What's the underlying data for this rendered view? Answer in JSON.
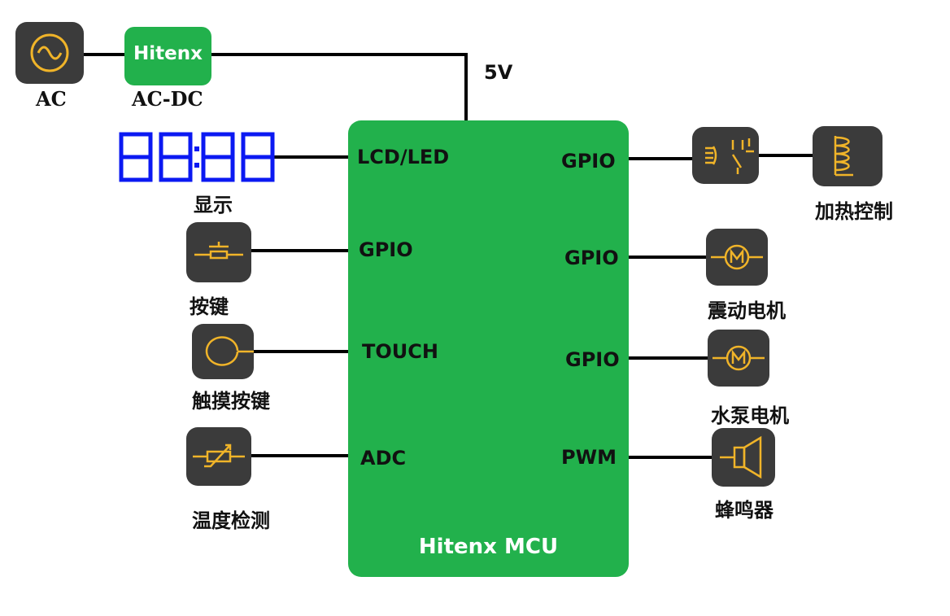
{
  "power": {
    "ac_label": "AC",
    "acdc_brand": "Hitenx",
    "acdc_label": "AC-DC",
    "voltage_label": "5V"
  },
  "display": {
    "digits_text": "88:88",
    "label": "显示",
    "digit_color": "#0b19f2"
  },
  "mcu": {
    "title": "Hitenx MCU",
    "color": "#22b14c",
    "left_pins": [
      "LCD/LED",
      "GPIO",
      "TOUCH",
      "ADC"
    ],
    "right_pins": [
      "GPIO",
      "GPIO",
      "GPIO",
      "PWM"
    ]
  },
  "peripherals": {
    "left": [
      {
        "label": "按键",
        "icon": "push-button-icon"
      },
      {
        "label": "触摸按键",
        "icon": "touch-sensor-icon"
      },
      {
        "label": "温度检测",
        "icon": "thermistor-icon"
      }
    ],
    "right": [
      {
        "label": "加热控制",
        "icon": "heater-coil-icon",
        "relay_icon": "relay-icon"
      },
      {
        "label": "震动电机",
        "icon": "motor-icon"
      },
      {
        "label": "水泵电机",
        "icon": "motor-icon"
      },
      {
        "label": "蜂鸣器",
        "icon": "buzzer-icon"
      }
    ]
  },
  "colors": {
    "icon_stroke": "#f0b429",
    "icon_box": "#3b3b3b",
    "wire": "#000000"
  }
}
